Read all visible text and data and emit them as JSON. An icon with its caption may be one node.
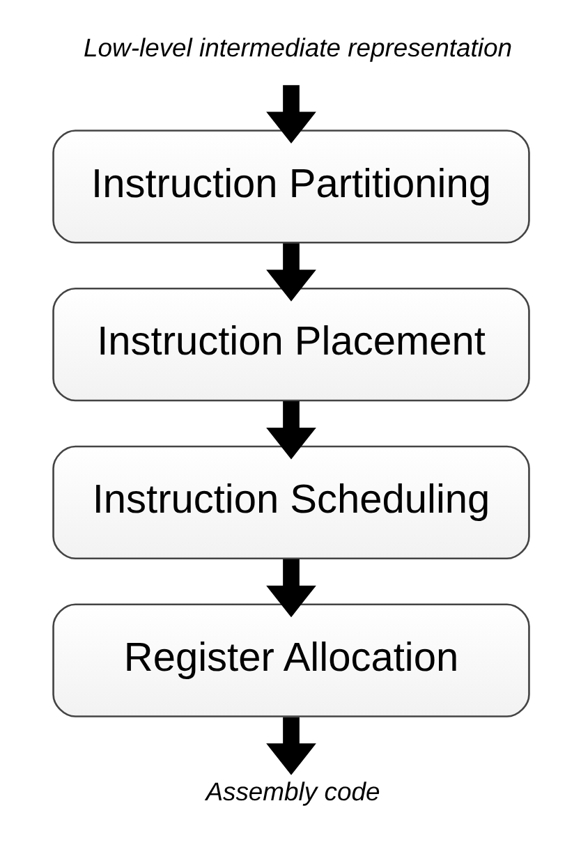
{
  "diagram": {
    "nodes": [
      {
        "text": [
          "Low-level intermediate representation"
        ]
      },
      {
        "text": [
          "Instruction Partitioning"
        ]
      },
      {
        "text": [
          "Instruction Placement"
        ]
      },
      {
        "text": [
          "Instruction Scheduling"
        ]
      },
      {
        "text": [
          "Register Allocation"
        ]
      },
      {
        "text": [
          "Assembly code"
        ]
      }
    ],
    "edges": [
      {
        "from": 0,
        "to": 1,
        "arrow": "to"
      },
      {
        "from": 1,
        "to": 2,
        "arrow": "to"
      },
      {
        "from": 2,
        "to": 3,
        "arrow": "to"
      },
      {
        "from": 3,
        "to": 4,
        "arrow": "to"
      },
      {
        "from": 4,
        "to": 5,
        "arrow": "to"
      }
    ]
  }
}
